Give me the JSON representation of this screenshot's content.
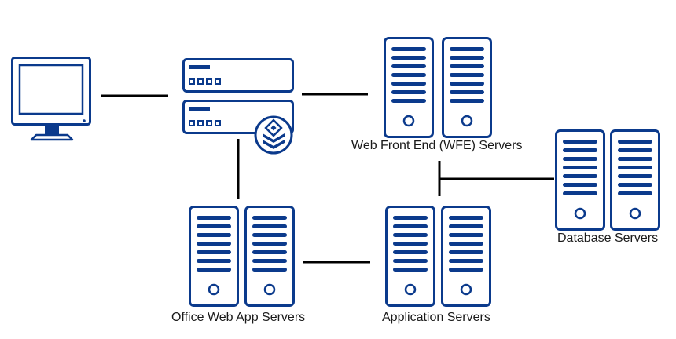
{
  "colors": {
    "primary": "#0b3a8c",
    "line": "#000000",
    "background": "#ffffff"
  },
  "nodes": {
    "client": {
      "icon": "monitor-icon"
    },
    "load_balancer": {
      "icon": "load-balancer-icon",
      "badge_icon": "layers-icon"
    },
    "wfe": {
      "label": "Web Front End (WFE) Servers",
      "icon": "server-tower-icon"
    },
    "database": {
      "label": "Database Servers",
      "icon": "server-tower-icon"
    },
    "office_web_app": {
      "label": "Office Web App Servers",
      "icon": "server-tower-icon"
    },
    "application": {
      "label": "Application Servers",
      "icon": "server-tower-icon"
    }
  }
}
